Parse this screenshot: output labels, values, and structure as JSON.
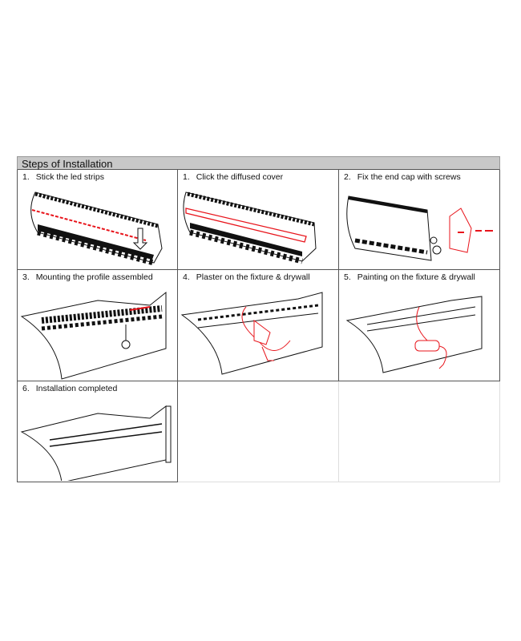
{
  "title": "Steps of Installation",
  "steps": [
    {
      "num": "1.",
      "label": "Stick the led strips"
    },
    {
      "num": "1.",
      "label": "Click the diffused cover"
    },
    {
      "num": "2.",
      "label": "Fix the end cap with screws"
    },
    {
      "num": "3.",
      "label": "Mounting the profile assembled"
    },
    {
      "num": "4.",
      "label": "Plaster on the fixture & drywall"
    },
    {
      "num": "5.",
      "label": "Painting on the fixture & drywall"
    },
    {
      "num": "6.",
      "label": "Installation completed"
    }
  ],
  "colors": {
    "accent": "#e8141b",
    "header": "#c8c8c8"
  }
}
